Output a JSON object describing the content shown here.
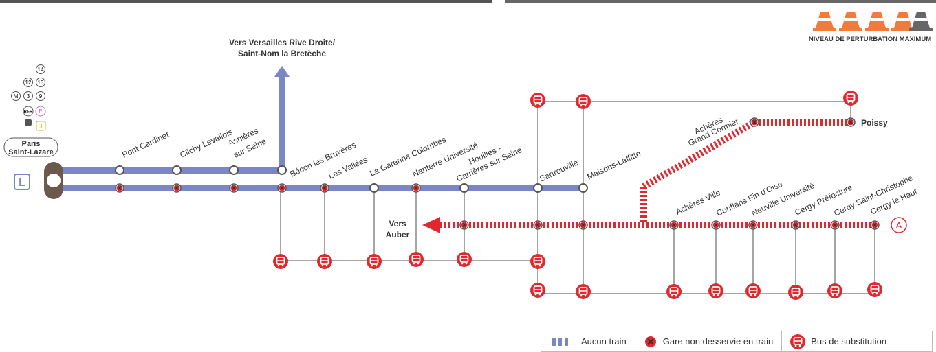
{
  "header": {
    "level_label": "NIVEAU DE PERTURBATION MAXIMUM",
    "level_value": 4,
    "level_max": 5
  },
  "origin": {
    "station_line1": "Paris",
    "station_line2": "Saint-Lazare",
    "line_badge": "L",
    "line_a_badge": "A",
    "connections": [
      "14",
      "12",
      "13",
      "M",
      "3",
      "9",
      "RER",
      "E",
      "J"
    ]
  },
  "directions": {
    "versailles_line1": "Vers Versailles Rive Droite/",
    "versailles_line2": "Saint-Nom la Bretèche",
    "auber_line1": "Vers",
    "auber_line2": "Auber"
  },
  "stations": {
    "pont_cardinet": "Pont Cardinet",
    "clichy": "Clichy Levallois",
    "asnieres_1": "Asnières",
    "asnieres_2": "sur Seine",
    "becon": "Bécon les Bruyères",
    "vallees": "Les Vallées",
    "garenne": "La Garenne Colombes",
    "nanterre": "Nanterre Université",
    "houilles_1": "Houilles -",
    "houilles_2": "Carrières sur Seine",
    "sartrouville": "Sartrouville",
    "maisons": "Maisons-Laffitte",
    "acheres_gc_1": "Achères",
    "acheres_gc_2": "Grand Cormier",
    "poissy": "Poissy",
    "acheres_ville": "Achères Ville",
    "conflans": "Conflans Fin d'Oise",
    "neuville": "Neuville Université",
    "cergy_pref": "Cergy Préfecture",
    "cergy_stc": "Cergy Saint-Christophe",
    "cergy_haut": "Cergy le Haut"
  },
  "legend": {
    "no_train": "Aucun train",
    "not_served": "Gare non desservie en train",
    "bus": "Bus de substitution"
  },
  "colors": {
    "line_l": "#7b86c4",
    "rer_a": "#e2282f",
    "bus": "#e2282f",
    "cone": "#f07b3b",
    "cone_inactive": "#666666",
    "connector": "#888888"
  }
}
